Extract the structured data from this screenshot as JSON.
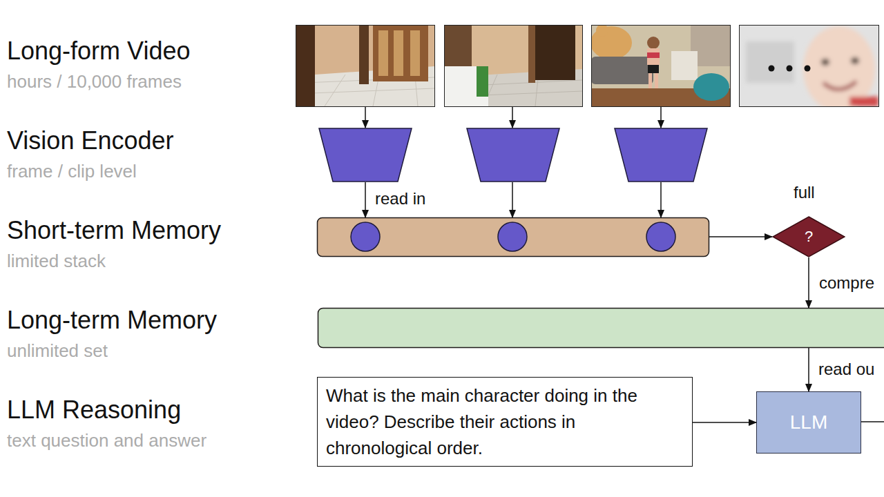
{
  "diagram": {
    "nodes": [
      {
        "text": [
          "?"
        ]
      },
      {
        "text": [
          "What is the main character doing in the video? Describe their actions in chronological order."
        ]
      },
      {
        "text": [
          "LLM"
        ]
      }
    ],
    "edges": [
      {
        "from": 1,
        "to": 2,
        "arrow": "to"
      }
    ],
    "labels": [
      "Long-form Video",
      "hours / 10,000 frames",
      "Vision Encoder",
      "frame / clip level",
      "Short-term Memory",
      "limited stack",
      "Long-term Memory",
      "unlimited set",
      "LLM Reasoning",
      "text question and answer",
      "read in",
      "full",
      "compre",
      "read ou"
    ]
  }
}
